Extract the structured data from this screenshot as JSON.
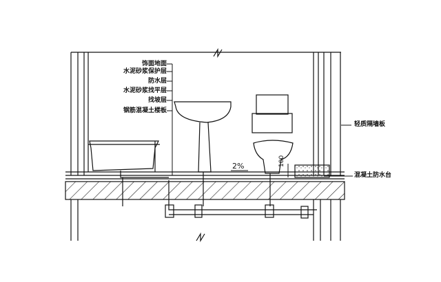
{
  "labels": {
    "floor_layers": [
      "饰面地面",
      "水泥砂浆保护层",
      "防水层",
      "水泥砂浆找平层",
      "找坡层",
      "钢筋混凝土楼板"
    ],
    "partition": "轻质隔墙板",
    "curb": "混凝土防水台",
    "slope": "2%",
    "curb_height": "100"
  }
}
